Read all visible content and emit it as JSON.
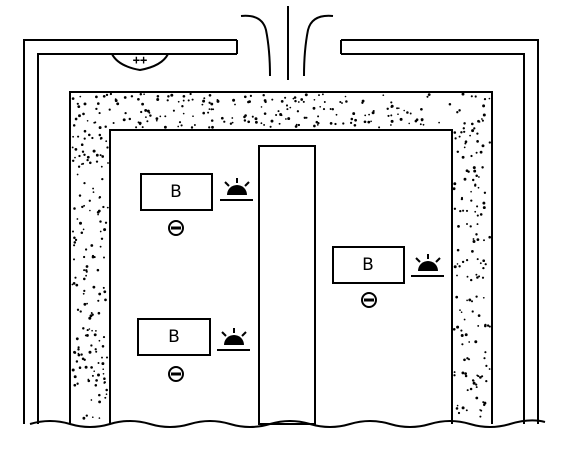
{
  "diagram": {
    "outer_charge_label": "++",
    "box_label": "B",
    "boxes": [
      {
        "label": "B"
      },
      {
        "label": "B"
      },
      {
        "label": "B"
      }
    ]
  },
  "colors": {
    "ink": "#000000",
    "background": "#ffffff"
  }
}
